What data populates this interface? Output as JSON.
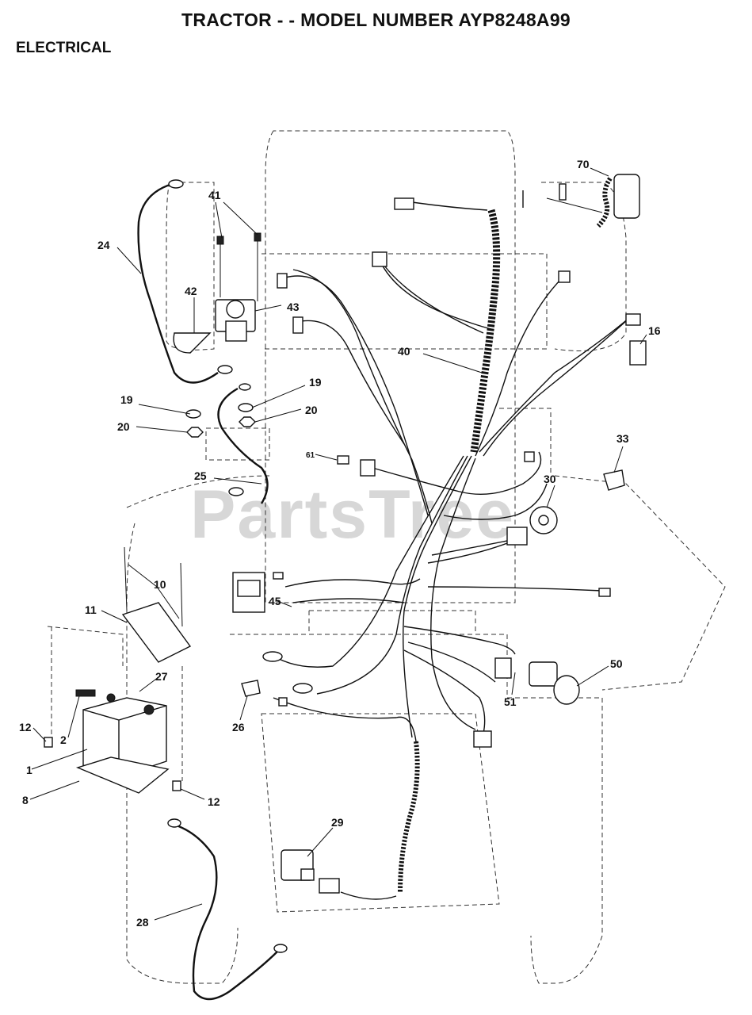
{
  "header": {
    "title": "TRACTOR - - MODEL NUMBER AYP8248A99",
    "section": "ELECTRICAL"
  },
  "watermark": "PartsTree",
  "callouts": {
    "c1": "1",
    "c2": "2",
    "c8": "8",
    "c10": "10",
    "c11": "11",
    "c12a": "12",
    "c12b": "12",
    "c16": "16",
    "c19a": "19",
    "c19b": "19",
    "c20a": "20",
    "c20b": "20",
    "c24": "24",
    "c25": "25",
    "c26": "26",
    "c27": "27",
    "c28": "28",
    "c29": "29",
    "c30": "30",
    "c33": "33",
    "c40": "40",
    "c41": "41",
    "c42": "42",
    "c43": "43",
    "c45": "45",
    "c50": "50",
    "c51": "51",
    "c61": "61",
    "c70": "70"
  }
}
